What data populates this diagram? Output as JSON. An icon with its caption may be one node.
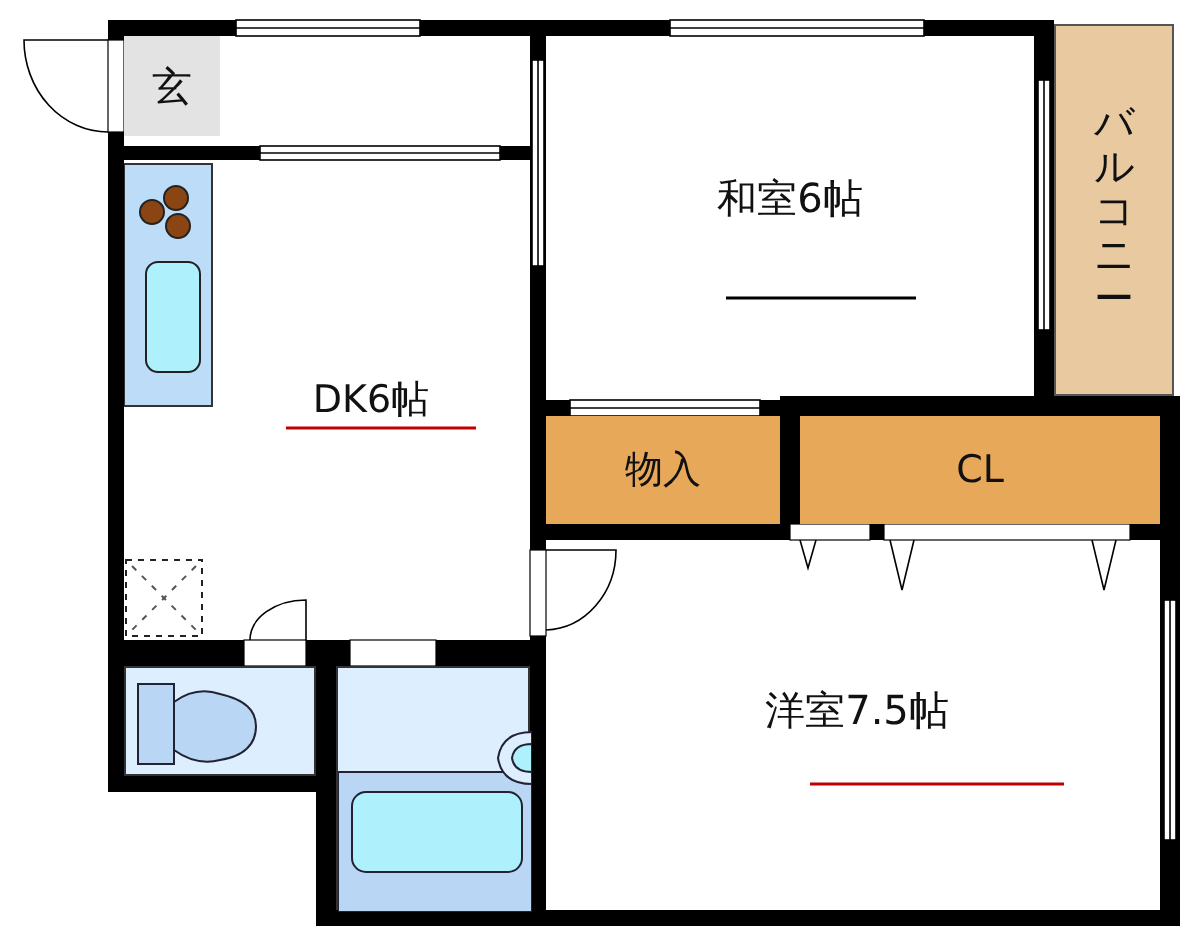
{
  "diagram": {
    "nodes": [
      {
        "text": [
          "玄"
        ]
      },
      {
        "text": [
          "和室6帖"
        ]
      },
      {
        "text": [
          "バルコニー"
        ]
      },
      {
        "text": [
          "DK6帖"
        ]
      },
      {
        "text": [
          "物入"
        ]
      },
      {
        "text": [
          "CL"
        ]
      },
      {
        "text": [
          "洋室7.5帖"
        ]
      },
      {
        "text": [],
        "shape": "box"
      },
      {
        "text": [],
        "shape": "box"
      }
    ]
  }
}
